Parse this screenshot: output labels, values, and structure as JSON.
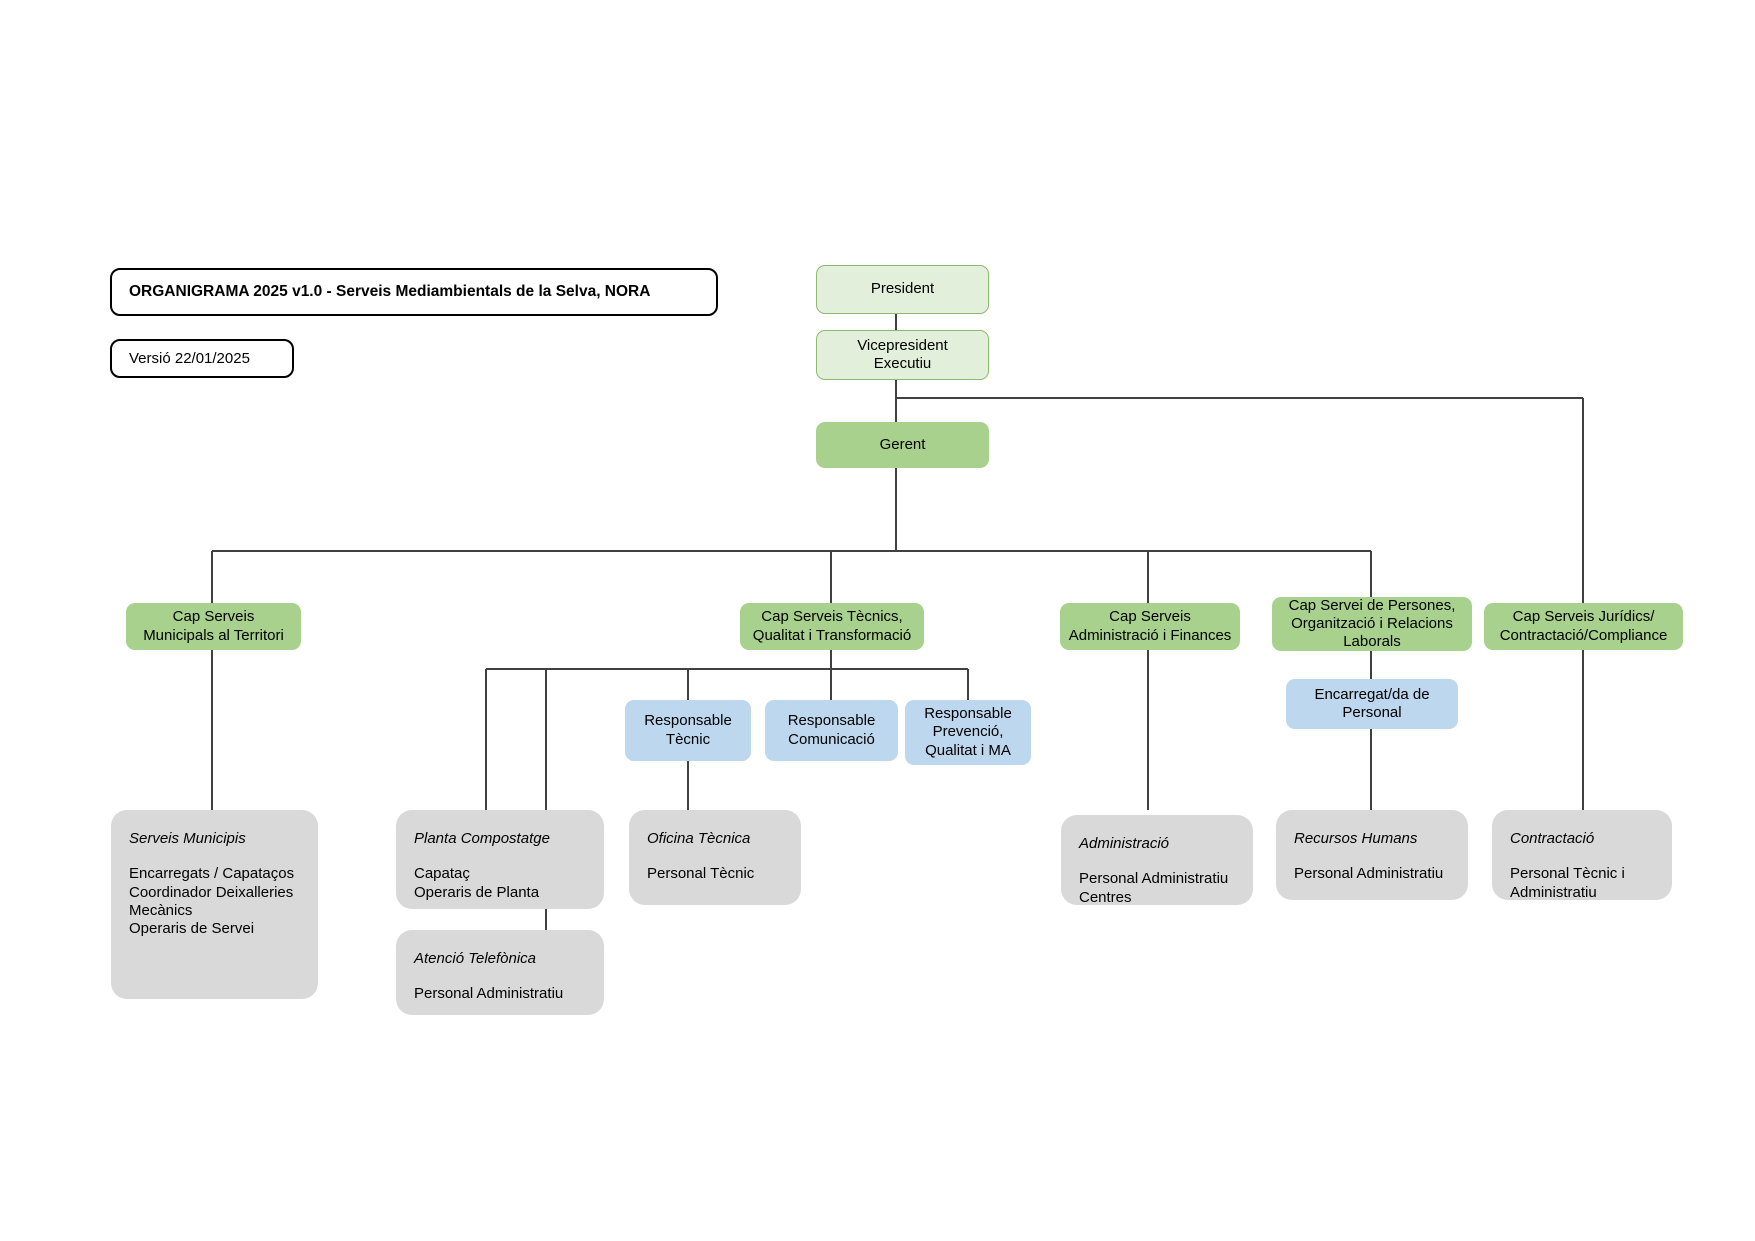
{
  "document": {
    "title_box": "ORGANIGRAMA 2025 v1.0 - Serveis Mediambientals de la Selva, NORA",
    "version_box": "Versió 22/01/2025"
  },
  "colors": {
    "exec_light_green": "#e2efda",
    "exec_green_border": "#8cbb6e",
    "manager_green": "#a9d18e",
    "responsible_blue": "#bdd7ee",
    "detail_grey": "#d9d9d9",
    "connector": "#404040",
    "text": "#000000"
  },
  "chart_data": {
    "type": "diagram",
    "subtype": "org-chart",
    "title": "ORGANIGRAMA 2025 v1.0 - Serveis Mediambientals de la Selva, NORA",
    "nodes": [
      {
        "id": "president",
        "label": "President",
        "level": 0,
        "style": "exec-light-green"
      },
      {
        "id": "vicepresident",
        "label": "Vicepresident Executiu",
        "level": 1,
        "style": "exec-light-green",
        "parent": "president"
      },
      {
        "id": "gerent",
        "label": "Gerent",
        "level": 2,
        "style": "manager-green",
        "parent": "vicepresident"
      },
      {
        "id": "cap-municipals",
        "label": "Cap Serveis Municipals al Territori",
        "level": 3,
        "style": "manager-green",
        "parent": "gerent"
      },
      {
        "id": "cap-tecnics",
        "label": "Cap Serveis Tècnics, Qualitat i Transformació",
        "level": 3,
        "style": "manager-green",
        "parent": "gerent"
      },
      {
        "id": "cap-administracio",
        "label": "Cap Serveis Administració i Finances",
        "level": 3,
        "style": "manager-green",
        "parent": "gerent"
      },
      {
        "id": "cap-persones",
        "label": "Cap Servei de Persones, Organització i Relacions Laborals",
        "level": 3,
        "style": "manager-green",
        "parent": "gerent"
      },
      {
        "id": "cap-juridics",
        "label": "Cap Serveis Jurídics/ Contractació/Compliance",
        "level": 3,
        "style": "manager-green",
        "parent": "vicepresident"
      },
      {
        "id": "resp-tecnic",
        "label": "Responsable Tècnic",
        "level": 4,
        "style": "responsible-blue",
        "parent": "cap-tecnics"
      },
      {
        "id": "resp-comunicacio",
        "label": "Responsable Comunicació",
        "level": 4,
        "style": "responsible-blue",
        "parent": "cap-tecnics"
      },
      {
        "id": "resp-prevencio",
        "label": "Responsable Prevenció, Qualitat i MA",
        "level": 4,
        "style": "responsible-blue",
        "parent": "cap-tecnics"
      },
      {
        "id": "encarregat-personal",
        "label": "Encarregat/da de Personal",
        "level": 4,
        "style": "responsible-blue",
        "parent": "cap-persones"
      },
      {
        "id": "serveis-municipis",
        "label": "Serveis Municipis",
        "level": 5,
        "style": "detail-grey",
        "parent": "cap-municipals"
      },
      {
        "id": "planta-compostatge",
        "label": "Planta Compostatge",
        "level": 5,
        "style": "detail-grey",
        "parent": "cap-tecnics"
      },
      {
        "id": "atencio-telefonica",
        "label": "Atenció Telefònica",
        "level": 6,
        "style": "detail-grey",
        "parent": "cap-tecnics"
      },
      {
        "id": "oficina-tecnica",
        "label": "Oficina Tècnica",
        "level": 5,
        "style": "detail-grey",
        "parent": "resp-tecnic"
      },
      {
        "id": "administracio",
        "label": "Administració",
        "level": 5,
        "style": "detail-grey",
        "parent": "cap-administracio"
      },
      {
        "id": "recursos-humans",
        "label": "Recursos Humans",
        "level": 5,
        "style": "detail-grey",
        "parent": "encarregat-personal"
      },
      {
        "id": "contractacio",
        "label": "Contractació",
        "level": 5,
        "style": "detail-grey",
        "parent": "cap-juridics"
      }
    ]
  },
  "executive": {
    "president": {
      "line1": "President"
    },
    "vicepresident": {
      "line1": "Vicepresident",
      "line2": "Executiu"
    },
    "gerent": {
      "line1": "Gerent"
    }
  },
  "departments": {
    "municipals": {
      "line1": "Cap Serveis",
      "line2": "Municipals al Territori"
    },
    "tecnics": {
      "line1": "Cap Serveis Tècnics,",
      "line2": "Qualitat i Transformació"
    },
    "administracio": {
      "line1": "Cap Serveis",
      "line2": "Administració i Finances"
    },
    "persones": {
      "line1": "Cap Servei de Persones,",
      "line2": "Organització i Relacions",
      "line3": "Laborals"
    },
    "juridics": {
      "line1": "Cap Serveis Jurídics/",
      "line2": "Contractació/Compliance"
    }
  },
  "responsibles": {
    "tecnic": {
      "line1": "Responsable",
      "line2": "Tècnic"
    },
    "comunicacio": {
      "line1": "Responsable",
      "line2": "Comunicació"
    },
    "prevencio": {
      "line1": "Responsable",
      "line2": "Prevenció,",
      "line3": "Qualitat i MA"
    },
    "personal": {
      "line1": "Encarregat/da de",
      "line2": "Personal"
    }
  },
  "details": {
    "serveis_municipis": {
      "head": "Serveis Municipis",
      "items": [
        "Encarregats / Capataços",
        "Coordinador Deixalleries",
        "Mecànics",
        "Operaris de Servei"
      ]
    },
    "planta_compostatge": {
      "head": "Planta Compostatge",
      "items": [
        "Capataç",
        "Operaris de Planta"
      ]
    },
    "atencio_telefonica": {
      "head": "Atenció Telefònica",
      "items": [
        "Personal Administratiu"
      ]
    },
    "oficina_tecnica": {
      "head": "Oficina Tècnica",
      "items": [
        "Personal Tècnic"
      ]
    },
    "administracio": {
      "head": "Administració",
      "items": [
        "Personal Administratiu",
        "Centres"
      ]
    },
    "recursos_humans": {
      "head": "Recursos Humans",
      "items": [
        "Personal Administratiu"
      ]
    },
    "contractacio": {
      "head": "Contractació",
      "items": [
        "Personal Tècnic i",
        "Administratiu"
      ]
    }
  }
}
